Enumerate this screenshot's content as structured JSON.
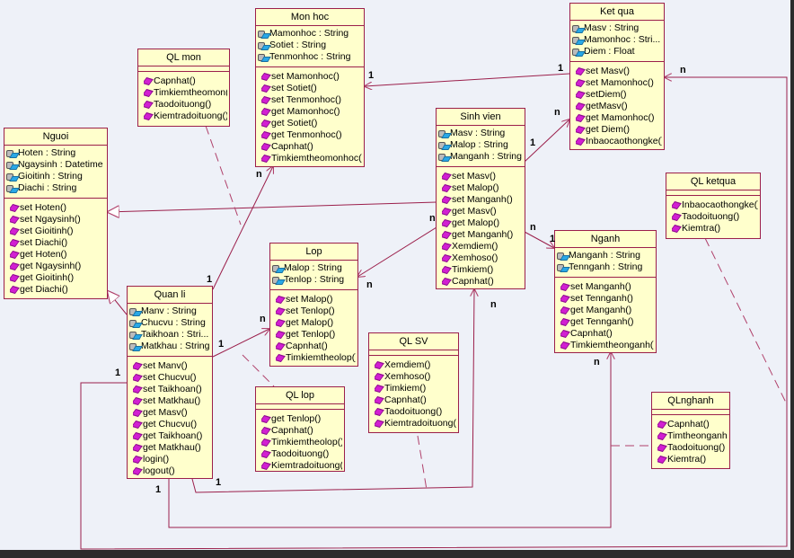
{
  "diagram": {
    "type": "UML class diagram",
    "classes": [
      {
        "id": "nguoi",
        "name": "Nguoi",
        "attributes": [
          "Hoten : String",
          "Ngaysinh : Datetime",
          "Gioitinh : String",
          "Diachi : String"
        ],
        "operations": [
          "set Hoten()",
          "set Ngaysinh()",
          "set Gioitinh()",
          "set Diachi()",
          "get Hoten()",
          "get Ngaysinh()",
          "get Gioitinh()",
          "get Diachi()"
        ]
      },
      {
        "id": "ql_mon",
        "name": "QL mon",
        "attributes": [],
        "operations": [
          "Capnhat()",
          "Timkiemtheomon()",
          "Taodoituong()",
          "Kiemtradoituong()"
        ]
      },
      {
        "id": "mon_hoc",
        "name": "Mon hoc",
        "attributes": [
          "Mamonhoc : String",
          "Sotiet : String",
          "Tenmonhoc : String"
        ],
        "operations": [
          "set Mamonhoc()",
          "set Sotiet()",
          "set Tenmonhoc()",
          "get Mamonhoc()",
          "get Sotiet()",
          "get Tenmonhoc()",
          "Capnhat()",
          "Timkiemtheomonhoc()"
        ]
      },
      {
        "id": "ket_qua",
        "name": "Ket qua",
        "attributes": [
          "Masv : String",
          "Mamonhoc : Stri...",
          "Diem : Float"
        ],
        "operations": [
          "set Masv()",
          "set Mamonhoc()",
          "setDiem()",
          "getMasv()",
          "get Mamonhoc()",
          "get Diem()",
          "Inbaocaothongke()"
        ]
      },
      {
        "id": "sinh_vien",
        "name": "Sinh vien",
        "attributes": [
          "Masv : String",
          "Malop : String",
          "Manganh : String"
        ],
        "operations": [
          "set Masv()",
          "set Malop()",
          "set Manganh()",
          "get Masv()",
          "get Malop()",
          "get Manganh()",
          "Xemdiem()",
          "Xemhoso()",
          "Timkiem()",
          "Capnhat()"
        ]
      },
      {
        "id": "ql_ketqua",
        "name": "QL ketqua",
        "attributes": [],
        "operations": [
          "Inbaocaothongke()",
          "Taodoituong()",
          "Kiemtra()"
        ]
      },
      {
        "id": "nganh",
        "name": "Nganh",
        "attributes": [
          "Manganh : String",
          "Tennganh : String"
        ],
        "operations": [
          "set Manganh()",
          "set Tennganh()",
          "get Manganh()",
          "get Tennganh()",
          "Capnhat()",
          "Timkiemtheonganh()"
        ]
      },
      {
        "id": "lop",
        "name": "Lop",
        "attributes": [
          "Malop : String",
          "Tenlop : String"
        ],
        "operations": [
          "set Malop()",
          "set Tenlop()",
          "get Malop()",
          "get Tenlop()",
          "Capnhat()",
          "Timkiemtheolop()"
        ]
      },
      {
        "id": "quan_li",
        "name": "Quan li",
        "attributes": [
          "Manv : String",
          "Chucvu : String",
          "Taikhoan : Stri...",
          "Matkhau : String"
        ],
        "operations": [
          "set Manv()",
          "set Chucvu()",
          "set Taikhoan()",
          "set Matkhau()",
          "get Masv()",
          "get Chucvu()",
          "get Taikhoan()",
          "get Matkhau()",
          "login()",
          "logout()"
        ]
      },
      {
        "id": "ql_sv",
        "name": "QL SV",
        "attributes": [],
        "operations": [
          "Xemdiem()",
          "Xemhoso()",
          "Timkiem()",
          "Capnhat()",
          "Taodoituong()",
          "Kiemtradoituong()"
        ]
      },
      {
        "id": "ql_lop",
        "name": "QL lop",
        "attributes": [],
        "operations": [
          "get Tenlop()",
          "Capnhat()",
          "Timkiemtheolop()",
          "Taodoituong()",
          "Kiemtradoituong()"
        ]
      },
      {
        "id": "qlnganh",
        "name": "QLnghanh",
        "attributes": [],
        "operations": [
          "Capnhat()",
          "Timtheonganh()",
          "Taodoituong()",
          "Kiemtra()"
        ]
      }
    ],
    "multiplicities": {
      "ketqua_monhoc_1a": "1",
      "ketqua_monhoc_1b": "1",
      "sv_ketqua_1": "1",
      "sv_ketqua_n": "n",
      "sv_nganh_n": "n",
      "sv_nganh_1": "1",
      "sv_lop_n1": "n",
      "sv_lop_n2": "n",
      "ql_monhoc_1": "1",
      "ql_monhoc_n": "n",
      "ql_lop_1": "1",
      "ql_lop_n": "n",
      "ql_sv_1": "1",
      "ql_sv_n": "n",
      "ql_nganh_1": "1",
      "ql_nganh_n": "n",
      "ql_ketqua_1": "1",
      "ql_ketqua_n": "n"
    },
    "colors": {
      "class_fill": "#ffffcc",
      "border": "#9b1f4b",
      "background": "#eef1f8"
    }
  }
}
